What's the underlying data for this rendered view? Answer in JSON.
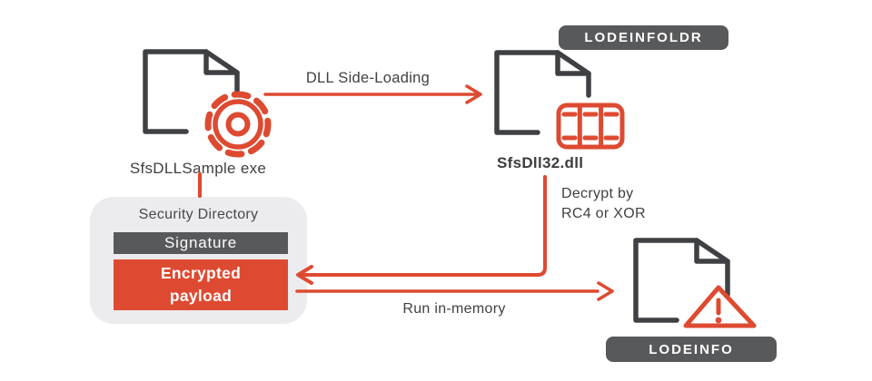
{
  "colors": {
    "accent_red": "#de4a31",
    "icon_dark_gray": "#3f4043",
    "badge_gray": "#58595b",
    "panel_gray": "#ececee",
    "text_gray": "#414042"
  },
  "nodes": {
    "exe_file": {
      "label": "SfsDLLSample exe",
      "icon": "file-with-gear-icon"
    },
    "dll_file": {
      "label": "SfsDll32.dll",
      "badge": "LODEINFOLDR",
      "icon": "file-with-library-icon"
    },
    "payload_file": {
      "badge": "LODEINFO",
      "icon": "file-with-warning-icon"
    }
  },
  "panel": {
    "title": "Security Directory",
    "signature_label": "Signature",
    "payload_label": "Encrypted payload"
  },
  "arrows": {
    "side_loading_label": "DLL Side-Loading",
    "decrypt_label_line1": "Decrypt by",
    "decrypt_label_line2": "RC4 or XOR",
    "run_label": "Run in-memory"
  }
}
